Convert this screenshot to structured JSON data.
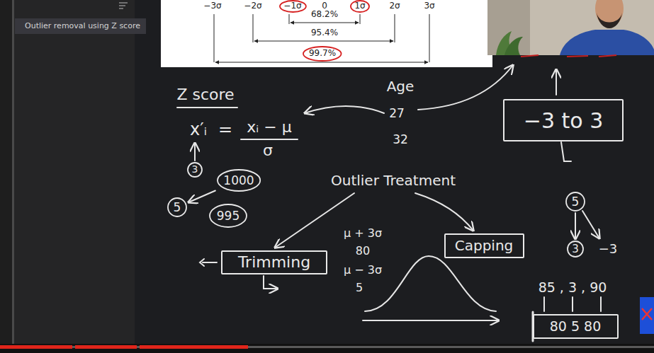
{
  "diagram": {
    "nodes": [
      {
        "text": [
          "Outlier removal using Z score"
        ]
      },
      {
        "text": [
          "−1σ"
        ]
      },
      {
        "text": [
          "1σ"
        ]
      },
      {
        "text": [
          "99.7%"
        ]
      },
      {
        "text": [
          "3"
        ]
      },
      {
        "text": [
          "1000"
        ]
      },
      {
        "text": [
          "5"
        ]
      },
      {
        "text": [
          "995"
        ]
      },
      {
        "text": [
          "−3 to 3"
        ]
      },
      {
        "text": [
          "Trimming"
        ]
      },
      {
        "text": [
          "Capping"
        ]
      },
      {
        "text": [
          "5"
        ]
      },
      {
        "text": [
          "3"
        ]
      },
      {
        "text": [
          "80 5 80"
        ]
      }
    ],
    "edges": [
      {
        "from": 5,
        "to": 6,
        "arrow": "to"
      },
      {
        "from": 11,
        "to": 12,
        "arrow": "to"
      }
    ],
    "labels": [
      "−3σ",
      "−2σ",
      "0",
      "2σ",
      "3σ",
      "68.2%",
      "95.4%",
      "Z score",
      "x′ᵢ",
      "=",
      "xᵢ − μ",
      "σ",
      "Age",
      "27",
      "32",
      "Outlier Treatment",
      "μ + 3σ",
      "80",
      "μ − 3σ",
      "5",
      "−3",
      "85 , 3 , 90"
    ]
  }
}
